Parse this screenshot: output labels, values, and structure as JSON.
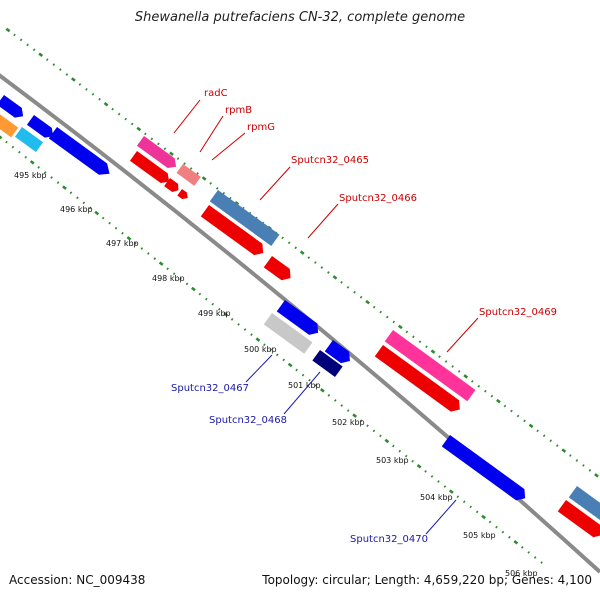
{
  "title": "Shewanella putrefaciens CN-32, complete genome",
  "footer": {
    "accession_label": "Accession:",
    "accession": "NC_009438",
    "topology_label": "Topology:",
    "topology": "circular",
    "length_label": "Length:",
    "length": "4,659,220 bp",
    "genes_label": "Genes:",
    "genes": "4,100"
  },
  "colors": {
    "backbone": "#888888",
    "tick": "#2e8b2e",
    "label_red": "#cc0000",
    "label_blue": "#1a1aa6"
  },
  "kbp_labels": [
    "495 kbp",
    "496 kbp",
    "497 kbp",
    "498 kbp",
    "499 kbp",
    "500 kbp",
    "501 kbp",
    "502 kbp",
    "503 kbp",
    "504 kbp",
    "505 kbp",
    "506 kbp"
  ],
  "gene_labels": {
    "radC": "radC",
    "rpmB": "rpmB",
    "rpmG": "rpmG",
    "g0465": "Sputcn32_0465",
    "g0466": "Sputcn32_0466",
    "g0469": "Sputcn32_0469",
    "g0467": "Sputcn32_0467",
    "g0468": "Sputcn32_0468",
    "g0470": "Sputcn32_0470"
  }
}
